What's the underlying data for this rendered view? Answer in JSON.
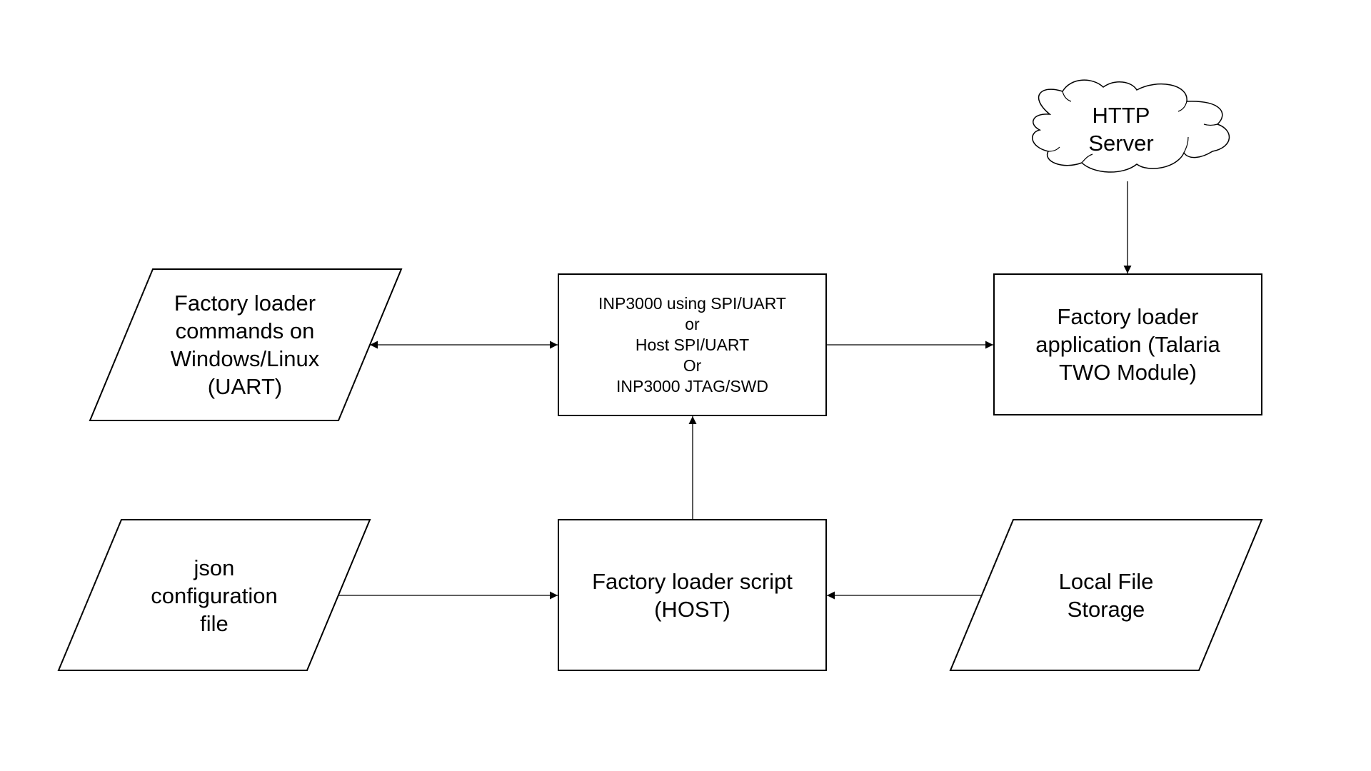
{
  "diagram": {
    "colors": {
      "background": "#ffffff",
      "stroke": "#000000",
      "text": "#000000"
    },
    "nodes": {
      "http_server": {
        "shape": "cloud",
        "lines": [
          "HTTP",
          "Server"
        ]
      },
      "factory_commands": {
        "shape": "parallelogram",
        "lines": [
          "Factory loader",
          "commands on",
          "Windows/Linux",
          "(UART)"
        ]
      },
      "inp3000": {
        "shape": "rectangle",
        "lines": [
          "INP3000 using SPI/UART",
          "or",
          "Host SPI/UART",
          "Or",
          "INP3000 JTAG/SWD"
        ]
      },
      "factory_app": {
        "shape": "rectangle",
        "lines": [
          "Factory loader",
          "application (Talaria",
          "TWO Module)"
        ]
      },
      "json_config": {
        "shape": "parallelogram",
        "lines": [
          "json",
          "configuration",
          "file"
        ]
      },
      "factory_script": {
        "shape": "rectangle",
        "lines": [
          "Factory loader script",
          "(HOST)"
        ]
      },
      "local_storage": {
        "shape": "parallelogram",
        "lines": [
          "Local File",
          "Storage"
        ]
      }
    },
    "edges": [
      {
        "from": "http_server",
        "to": "factory_app",
        "direction": "forward"
      },
      {
        "from": "factory_commands",
        "to": "inp3000",
        "direction": "both"
      },
      {
        "from": "inp3000",
        "to": "factory_app",
        "direction": "forward"
      },
      {
        "from": "factory_script",
        "to": "inp3000",
        "direction": "forward"
      },
      {
        "from": "json_config",
        "to": "factory_script",
        "direction": "forward"
      },
      {
        "from": "local_storage",
        "to": "factory_script",
        "direction": "forward"
      }
    ]
  }
}
